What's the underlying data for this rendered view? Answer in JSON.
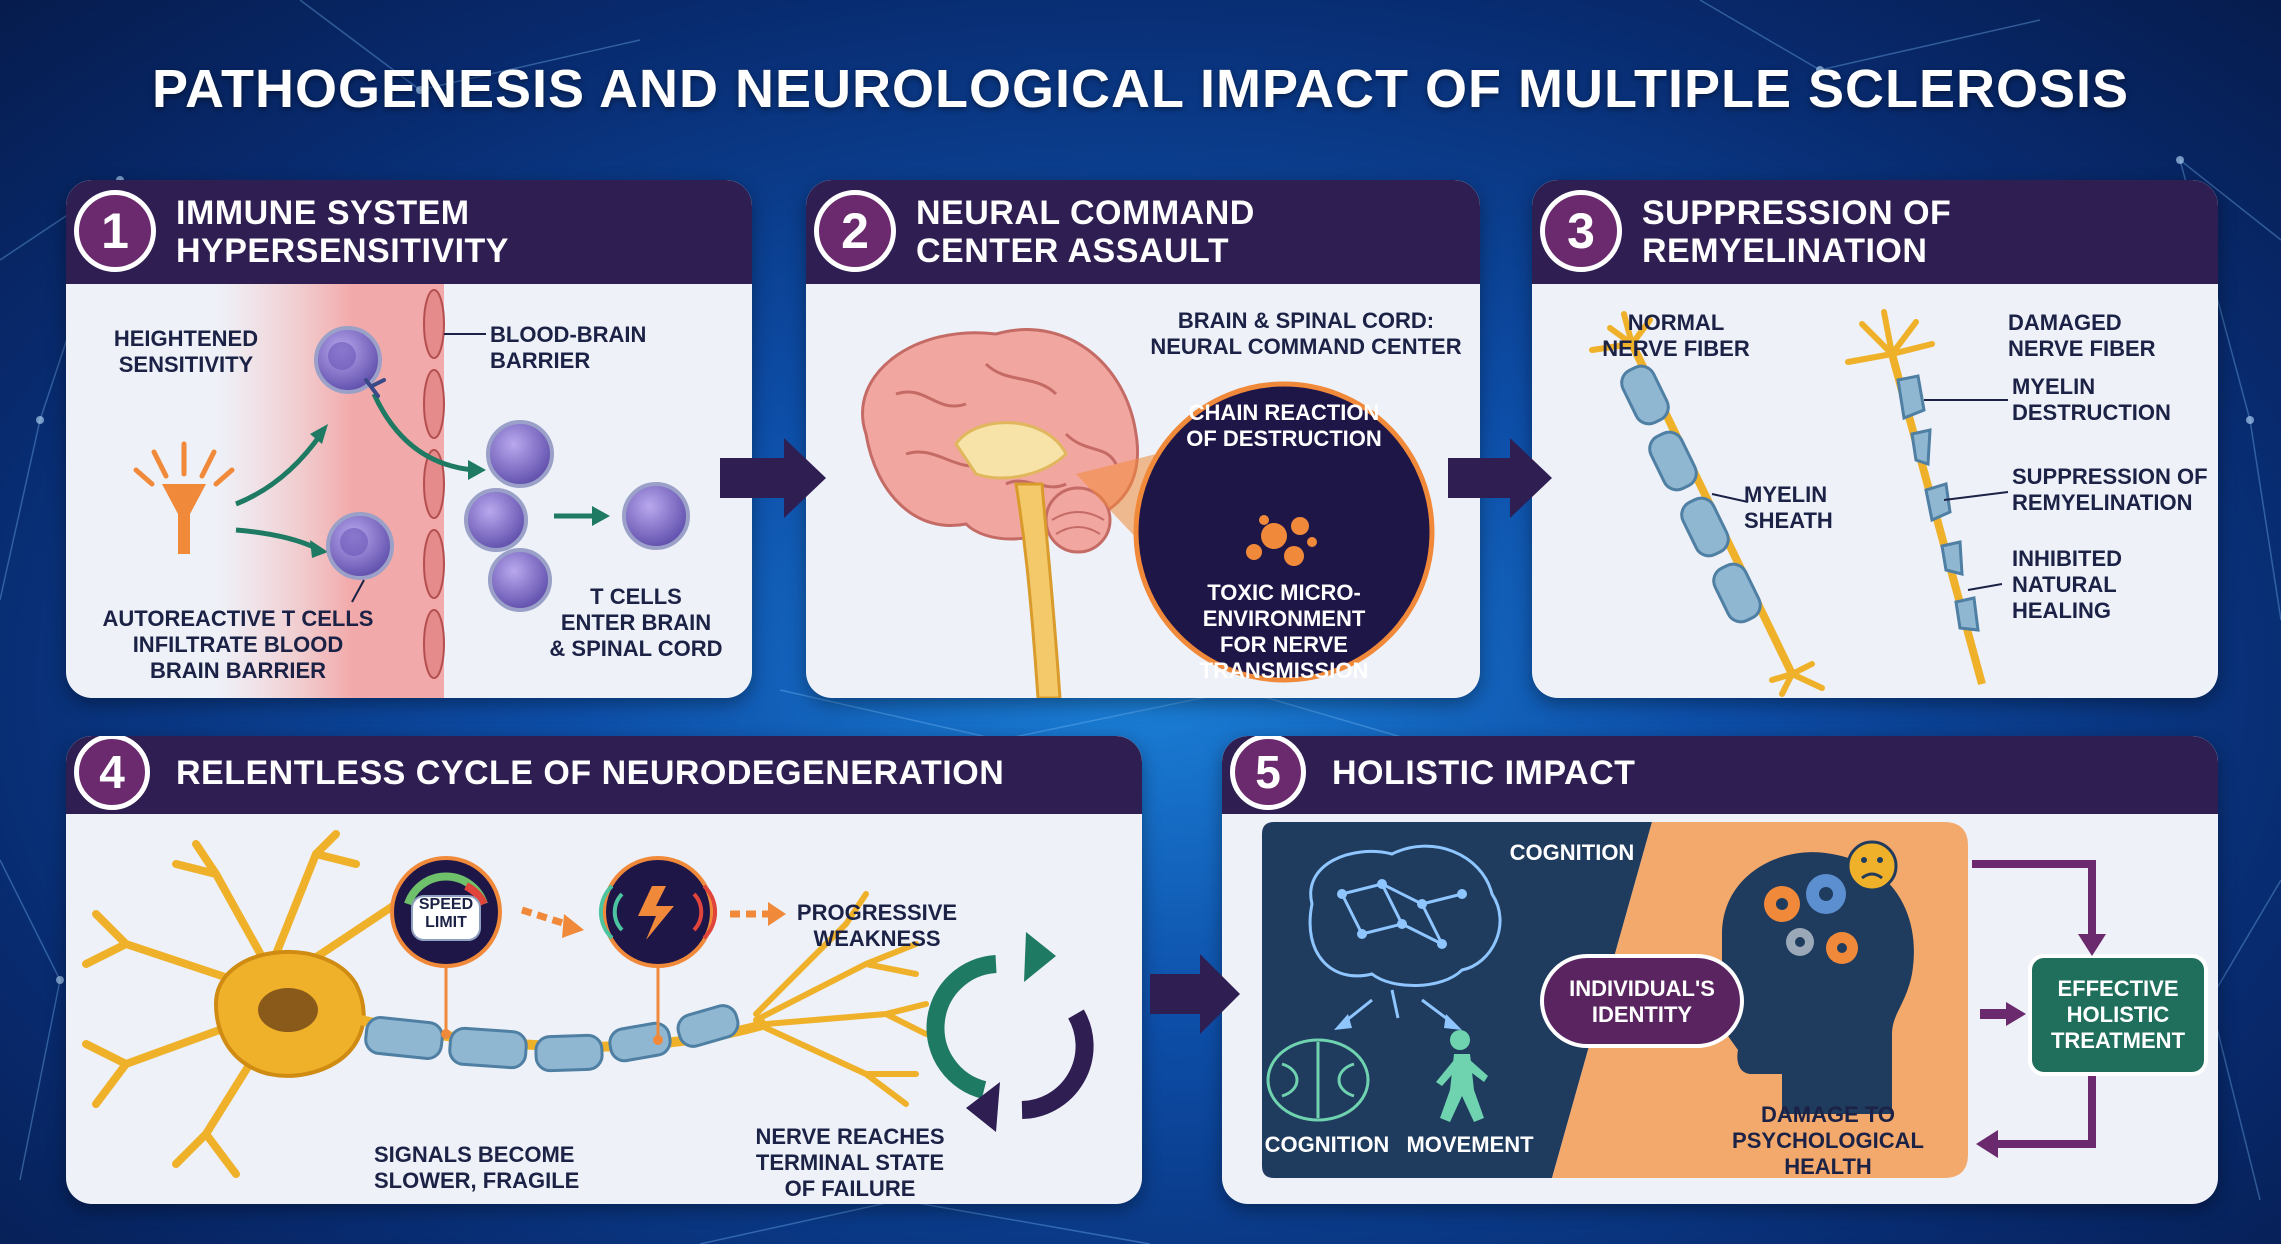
{
  "title": "PATHOGENESIS AND NEUROLOGICAL IMPACT OF MULTIPLE SCLEROSIS",
  "panels": [
    {
      "number": "1",
      "title_line1": "IMMUNE SYSTEM",
      "title_line2": "HYPERSENSITIVITY",
      "labels": {
        "heightened_1": "HEIGHTENED",
        "heightened_2": "SENSITIVITY",
        "bbb_1": "BLOOD-BRAIN",
        "bbb_2": "BARRIER",
        "auto_1": "AUTOREACTIVE T CELLS",
        "auto_2": "INFILTRATE BLOOD",
        "auto_3": "BRAIN BARRIER",
        "tcells_1": "T CELLS",
        "tcells_2": "ENTER BRAIN",
        "tcells_3": "& SPINAL CORD"
      }
    },
    {
      "number": "2",
      "title_line1": "NEURAL COMMAND",
      "title_line2": "CENTER ASSAULT",
      "labels": {
        "brain_1": "BRAIN & SPINAL CORD:",
        "brain_2": "NEURAL COMMAND CENTER",
        "chain_1": "CHAIN REACTION",
        "chain_2": "OF DESTRUCTION",
        "toxic_1": "TOXIC MICRO-",
        "toxic_2": "ENVIRONMENT",
        "toxic_3": "FOR NERVE",
        "toxic_4": "TRANSMISSION"
      }
    },
    {
      "number": "3",
      "title_line1": "SUPPRESSION OF",
      "title_line2": "REMYELINATION",
      "labels": {
        "normal_1": "NORMAL",
        "normal_2": "NERVE FIBER",
        "damaged_1": "DAMAGED",
        "damaged_2": "NERVE FIBER",
        "sheath_1": "MYELIN",
        "sheath_2": "SHEATH",
        "destr_1": "MYELIN",
        "destr_2": "DESTRUCTION",
        "supp_1": "SUPPRESSION OF",
        "supp_2": "REMYELINATION",
        "inhib_1": "INHIBITED",
        "inhib_2": "NATURAL",
        "inhib_3": "HEALING"
      }
    },
    {
      "number": "4",
      "title": "RELENTLESS CYCLE OF NEURODEGENERATION",
      "labels": {
        "speed_1": "SPEED",
        "speed_2": "LIMIT",
        "prog_1": "PROGRESSIVE",
        "prog_2": "WEAKNESS",
        "signals_1": "SIGNALS BECOME",
        "signals_2": "SLOWER, FRAGILE",
        "nerve_1": "NERVE REACHES",
        "nerve_2": "TERMINAL STATE",
        "nerve_3": "OF FAILURE"
      }
    },
    {
      "number": "5",
      "title": "HOLISTIC IMPACT",
      "labels": {
        "cognition_top": "COGNITION",
        "cognition_bottom": "COGNITION",
        "movement": "MOVEMENT",
        "identity_1": "INDIVIDUAL'S",
        "identity_2": "IDENTITY",
        "damage_1": "DAMAGE TO",
        "damage_2": "PSYCHOLOGICAL",
        "damage_3": "HEALTH",
        "treat_1": "EFFECTIVE",
        "treat_2": "HOLISTIC",
        "treat_3": "TREATMENT"
      }
    }
  ],
  "colors": {
    "header": "#2e1e52",
    "badge": "#6b2a6e",
    "panel": "#eef1f8",
    "tcell": "#7b6cc4",
    "myelin": "#8fb7d2",
    "neuron": "#f0b12a",
    "orange": "#f08a3a",
    "teal": "#1f6f5c",
    "navy_panel": "#1f3b5e"
  }
}
